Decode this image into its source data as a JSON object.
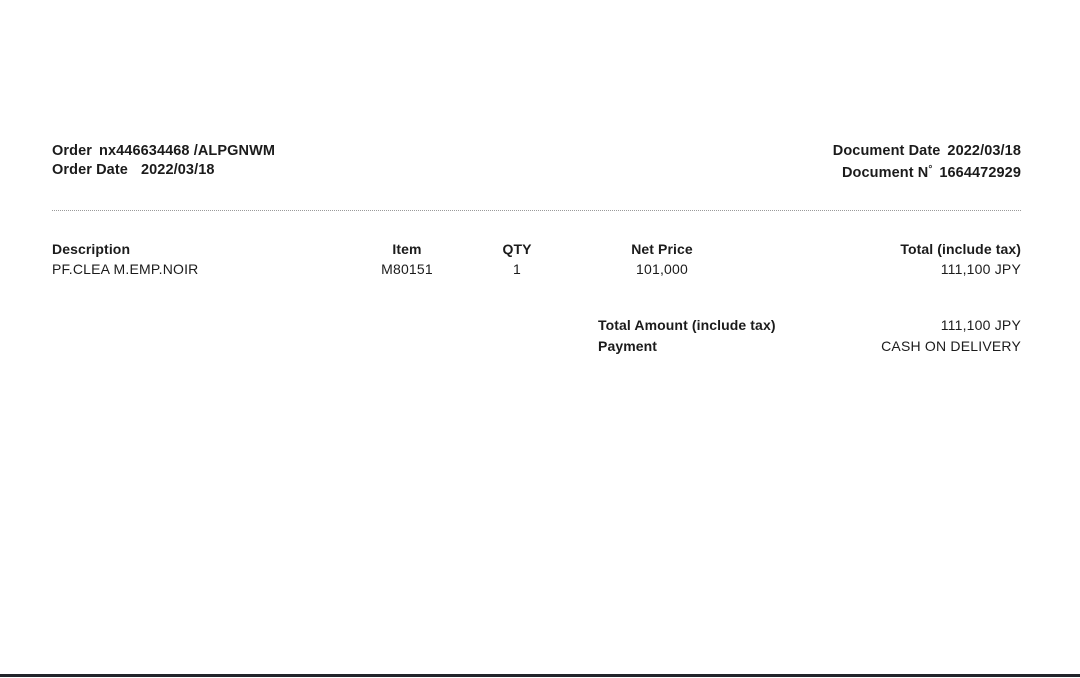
{
  "document": {
    "header": {
      "left_rows": [
        {
          "label": "Order",
          "value": "nx446634468 /ALPGNWM"
        },
        {
          "label": "Order Date",
          "value": "2022/03/18"
        }
      ],
      "right_rows": [
        {
          "label": "Document Date",
          "value": "2022/03/18"
        },
        {
          "label": "Document N",
          "degree": "°",
          "value": "1664472929"
        }
      ]
    },
    "line_items": {
      "columns": [
        "Description",
        "Item",
        "QTY",
        "Net Price",
        "Total (include tax)"
      ],
      "rows": [
        {
          "description": "PF.CLEA M.EMP.NOIR",
          "item": "M80151",
          "qty": "1",
          "net_price": "101,000",
          "total": "111,100 JPY"
        }
      ]
    },
    "totals": [
      {
        "label": "Total Amount (include tax)",
        "value": "111,100  JPY"
      },
      {
        "label": "Payment",
        "value": "CASH ON DELIVERY"
      }
    ]
  },
  "colors": {
    "text": "#1b1b1b",
    "divider": "#9a9a9a",
    "bottom_rule": "#22242a",
    "background": "#ffffff"
  }
}
